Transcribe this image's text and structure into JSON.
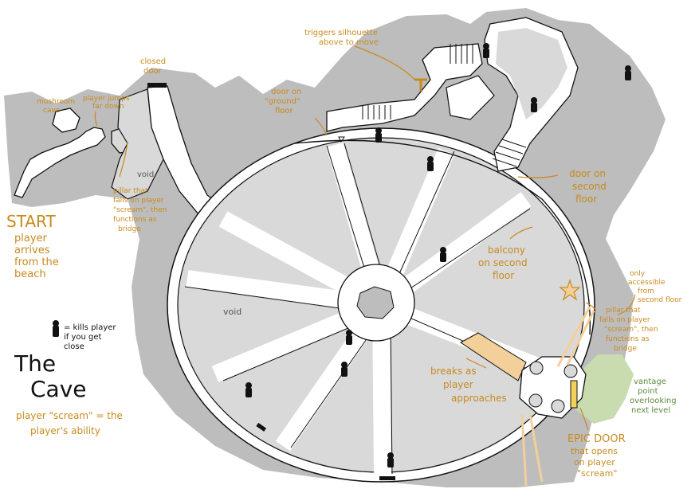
{
  "title": {
    "line1": "The",
    "line2": "Cave"
  },
  "subtitle": {
    "line1": "player \"scream\" = the",
    "line2": "player's ability"
  },
  "legend": {
    "line1": "= kills player",
    "line2": "if you get",
    "line3": "close"
  },
  "start": {
    "label": "START",
    "desc": [
      "player",
      "arrives",
      "from the",
      "beach"
    ]
  },
  "notes": {
    "mushroom": [
      "mushroom",
      "cave"
    ],
    "jumps": [
      "player jumps",
      "far down"
    ],
    "closed_door": [
      "closed",
      "door"
    ],
    "void1": "void",
    "void2": "void",
    "pillar1": [
      "pillar that",
      "falls on player",
      "\"scream\", then",
      "functions as",
      "bridge"
    ],
    "door_ground": [
      "door on",
      "\"ground\"",
      "floor"
    ],
    "triggers": [
      "triggers silhouette",
      "above to move"
    ],
    "door_second": [
      "door on",
      "second",
      "floor"
    ],
    "balcony": [
      "balcony",
      "on second",
      "floor"
    ],
    "only_accessible": [
      "only",
      "accessible",
      "from",
      "second floor"
    ],
    "pillar2": [
      "pillar that",
      "falls on player",
      "\"scream\", then",
      "functions as",
      "bridge"
    ],
    "vantage": [
      "vantage",
      "point",
      "overlooking",
      "next level"
    ],
    "breaks": [
      "breaks as",
      "player",
      "approaches"
    ],
    "epic_door": [
      "EPIC DOOR",
      "that opens",
      "on player",
      "\"scream\""
    ]
  },
  "colors": {
    "rock": "#bdbdbd",
    "floor": "#d9d9d9",
    "path": "#ffffff",
    "annotation": "#c88a1e",
    "bridge": "#f3cf9a",
    "vantage": "#c9dcb0",
    "vantage_text": "#5d8a3a",
    "ink": "#111111"
  },
  "icons": [
    "silhouette-icon",
    "star-icon",
    "door-icon",
    "stairs-icon"
  ]
}
